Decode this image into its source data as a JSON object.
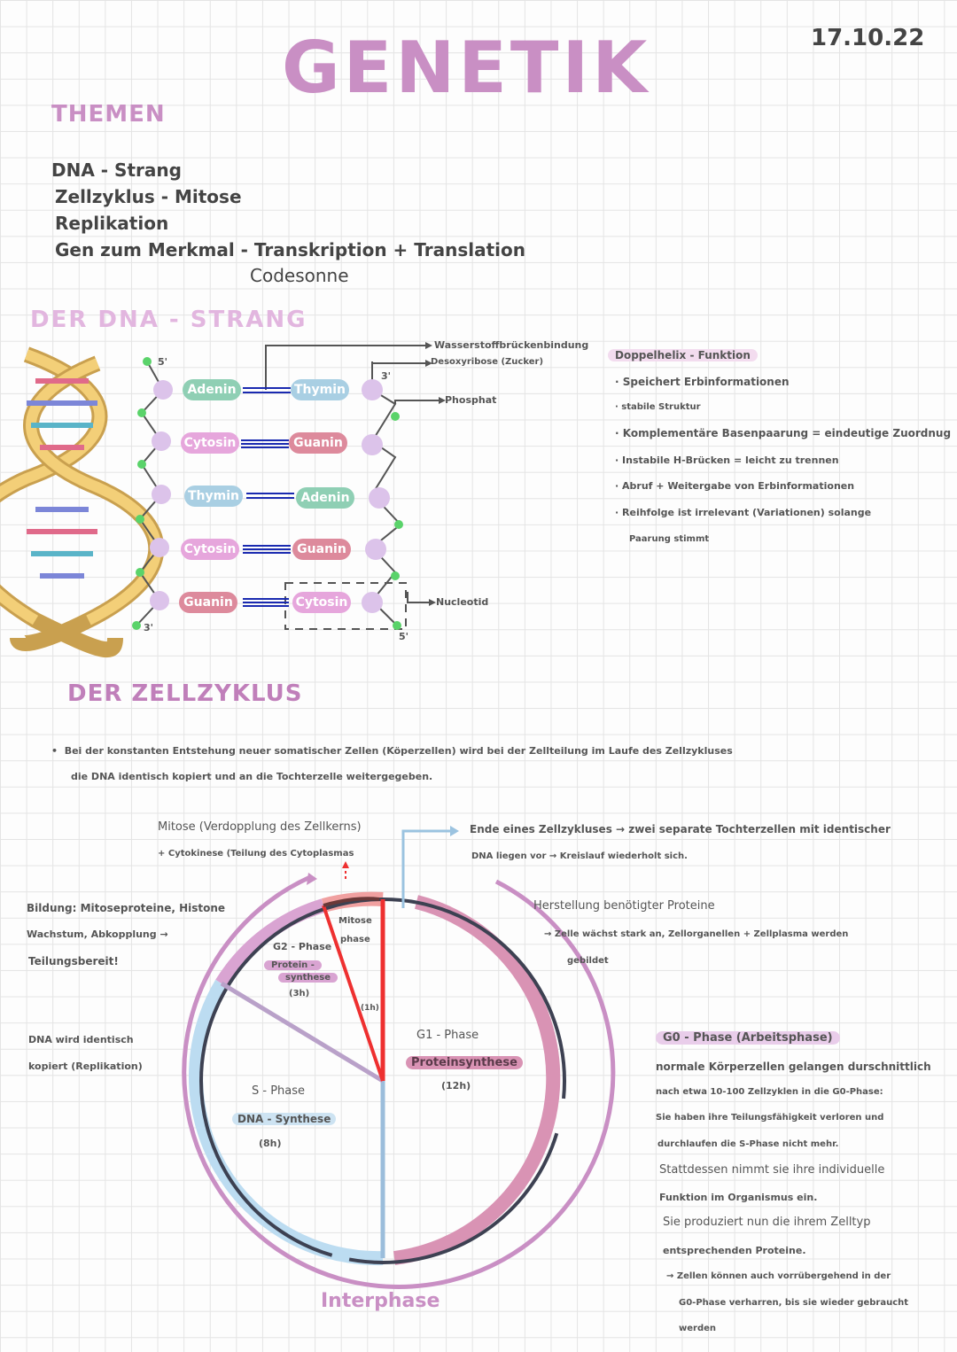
{
  "header": {
    "title": "GENETIK",
    "date": "17.10.22"
  },
  "themen": {
    "heading": "THEMEN",
    "items": [
      "DNA - Strang",
      "Zellzyklus - Mitose",
      "Replikation",
      "Gen zum Merkmal - Transkription + Translation",
      "Codesonne"
    ]
  },
  "dna": {
    "heading": "DER DNA - STRANG",
    "pairs": [
      [
        "Adenin",
        "Thymin"
      ],
      [
        "Cytosin",
        "Guanin"
      ],
      [
        "Thymin",
        "Adenin"
      ],
      [
        "Cytosin",
        "Guanin"
      ],
      [
        "Guanin",
        "Cytosin"
      ]
    ],
    "ends": {
      "top_left": "5'",
      "top_right": "3'",
      "bottom_left": "3'",
      "bottom_right": "5'"
    },
    "labels": {
      "h_bond": "Wasserstoffbrückenbindung",
      "sugar": "Desoxyribose (Zucker)",
      "phosphate": "Phosphat",
      "nucleotide": "Nucleotid"
    },
    "colors": {
      "Adenin": "#8fcfb4",
      "Thymin": "#a9cfe3",
      "Cytosin": "#e6a6dc",
      "Guanin": "#dd8a9c"
    },
    "function_title": "Doppelhelix - Funktion",
    "functions": [
      "Speichert Erbinformationen",
      "stabile Struktur",
      "Komplementäre Basenpaarung = eindeutige Zuordnug",
      "Instabile H-Brücken = leicht zu trennen",
      "Abruf + Weitergabe von Erbinformationen",
      "Reihfolge ist irrelevant (Variationen) solange",
      "Paarung stimmt"
    ]
  },
  "zellzyklus": {
    "heading": "DER ZELLZYKLUS",
    "intro": [
      "Bei der konstanten Entstehung neuer somatischer Zellen (Köperzellen) wird bei der Zellteilung im Laufe des Zellzykluses",
      "die DNA identisch kopiert und an die Tochterzelle weitergegeben."
    ],
    "mitose_note": [
      "Mitose (Verdopplung des Zellkerns)",
      "+ Cytokinese (Teilung des Cytoplasmas"
    ],
    "end_note": [
      "Ende eines Zellzykluses → zwei separate Tochterzellen mit identischer",
      "DNA liegen vor → Kreislauf wiederholt sich."
    ],
    "g2_note": [
      "Bildung: Mitoseproteine, Histone",
      "Wachstum, Abkopplung →",
      "Teilungsbereit!"
    ],
    "s_note": [
      "DNA wird identisch",
      "kopiert (Replikation)"
    ],
    "g1_note": [
      "Herstellung benötigter Proteine",
      "→ Zelle wächst stark an, Zellorganellen + Zellplasma werden",
      "gebildet"
    ],
    "phases": {
      "mitose": {
        "name": "Mitose",
        "name2": "phase",
        "dur": "(1h)"
      },
      "g2": {
        "name": "G2 - Phase",
        "tag1": "Protein -",
        "tag2": "synthese",
        "dur": "(3h)"
      },
      "s": {
        "name": "S - Phase",
        "tag": "DNA - Synthese",
        "dur": "(8h)"
      },
      "g1": {
        "name": "G1 - Phase",
        "tag": "Proteinsynthese",
        "dur": "(12h)"
      }
    },
    "interphase": "Interphase",
    "g0": {
      "title": "G0 - Phase (Arbeitsphase)",
      "lines": [
        "normale Körperzellen gelangen durschnittlich",
        "nach etwa 10-100 Zellzyklen in die G0-Phase:",
        "Sie haben ihre Teilungsfähigkeit verloren und",
        "durchlaufen die S-Phase nicht mehr.",
        "Stattdessen nimmt sie ihre individuelle",
        "Funktion im Organismus ein.",
        "Sie produziert nun die ihrem Zelltyp",
        "entsprechenden Proteine.",
        "→ Zellen können auch vorrübergehend in der",
        "G0-Phase verharren, bis sie wieder gebraucht",
        "werden"
      ]
    }
  }
}
